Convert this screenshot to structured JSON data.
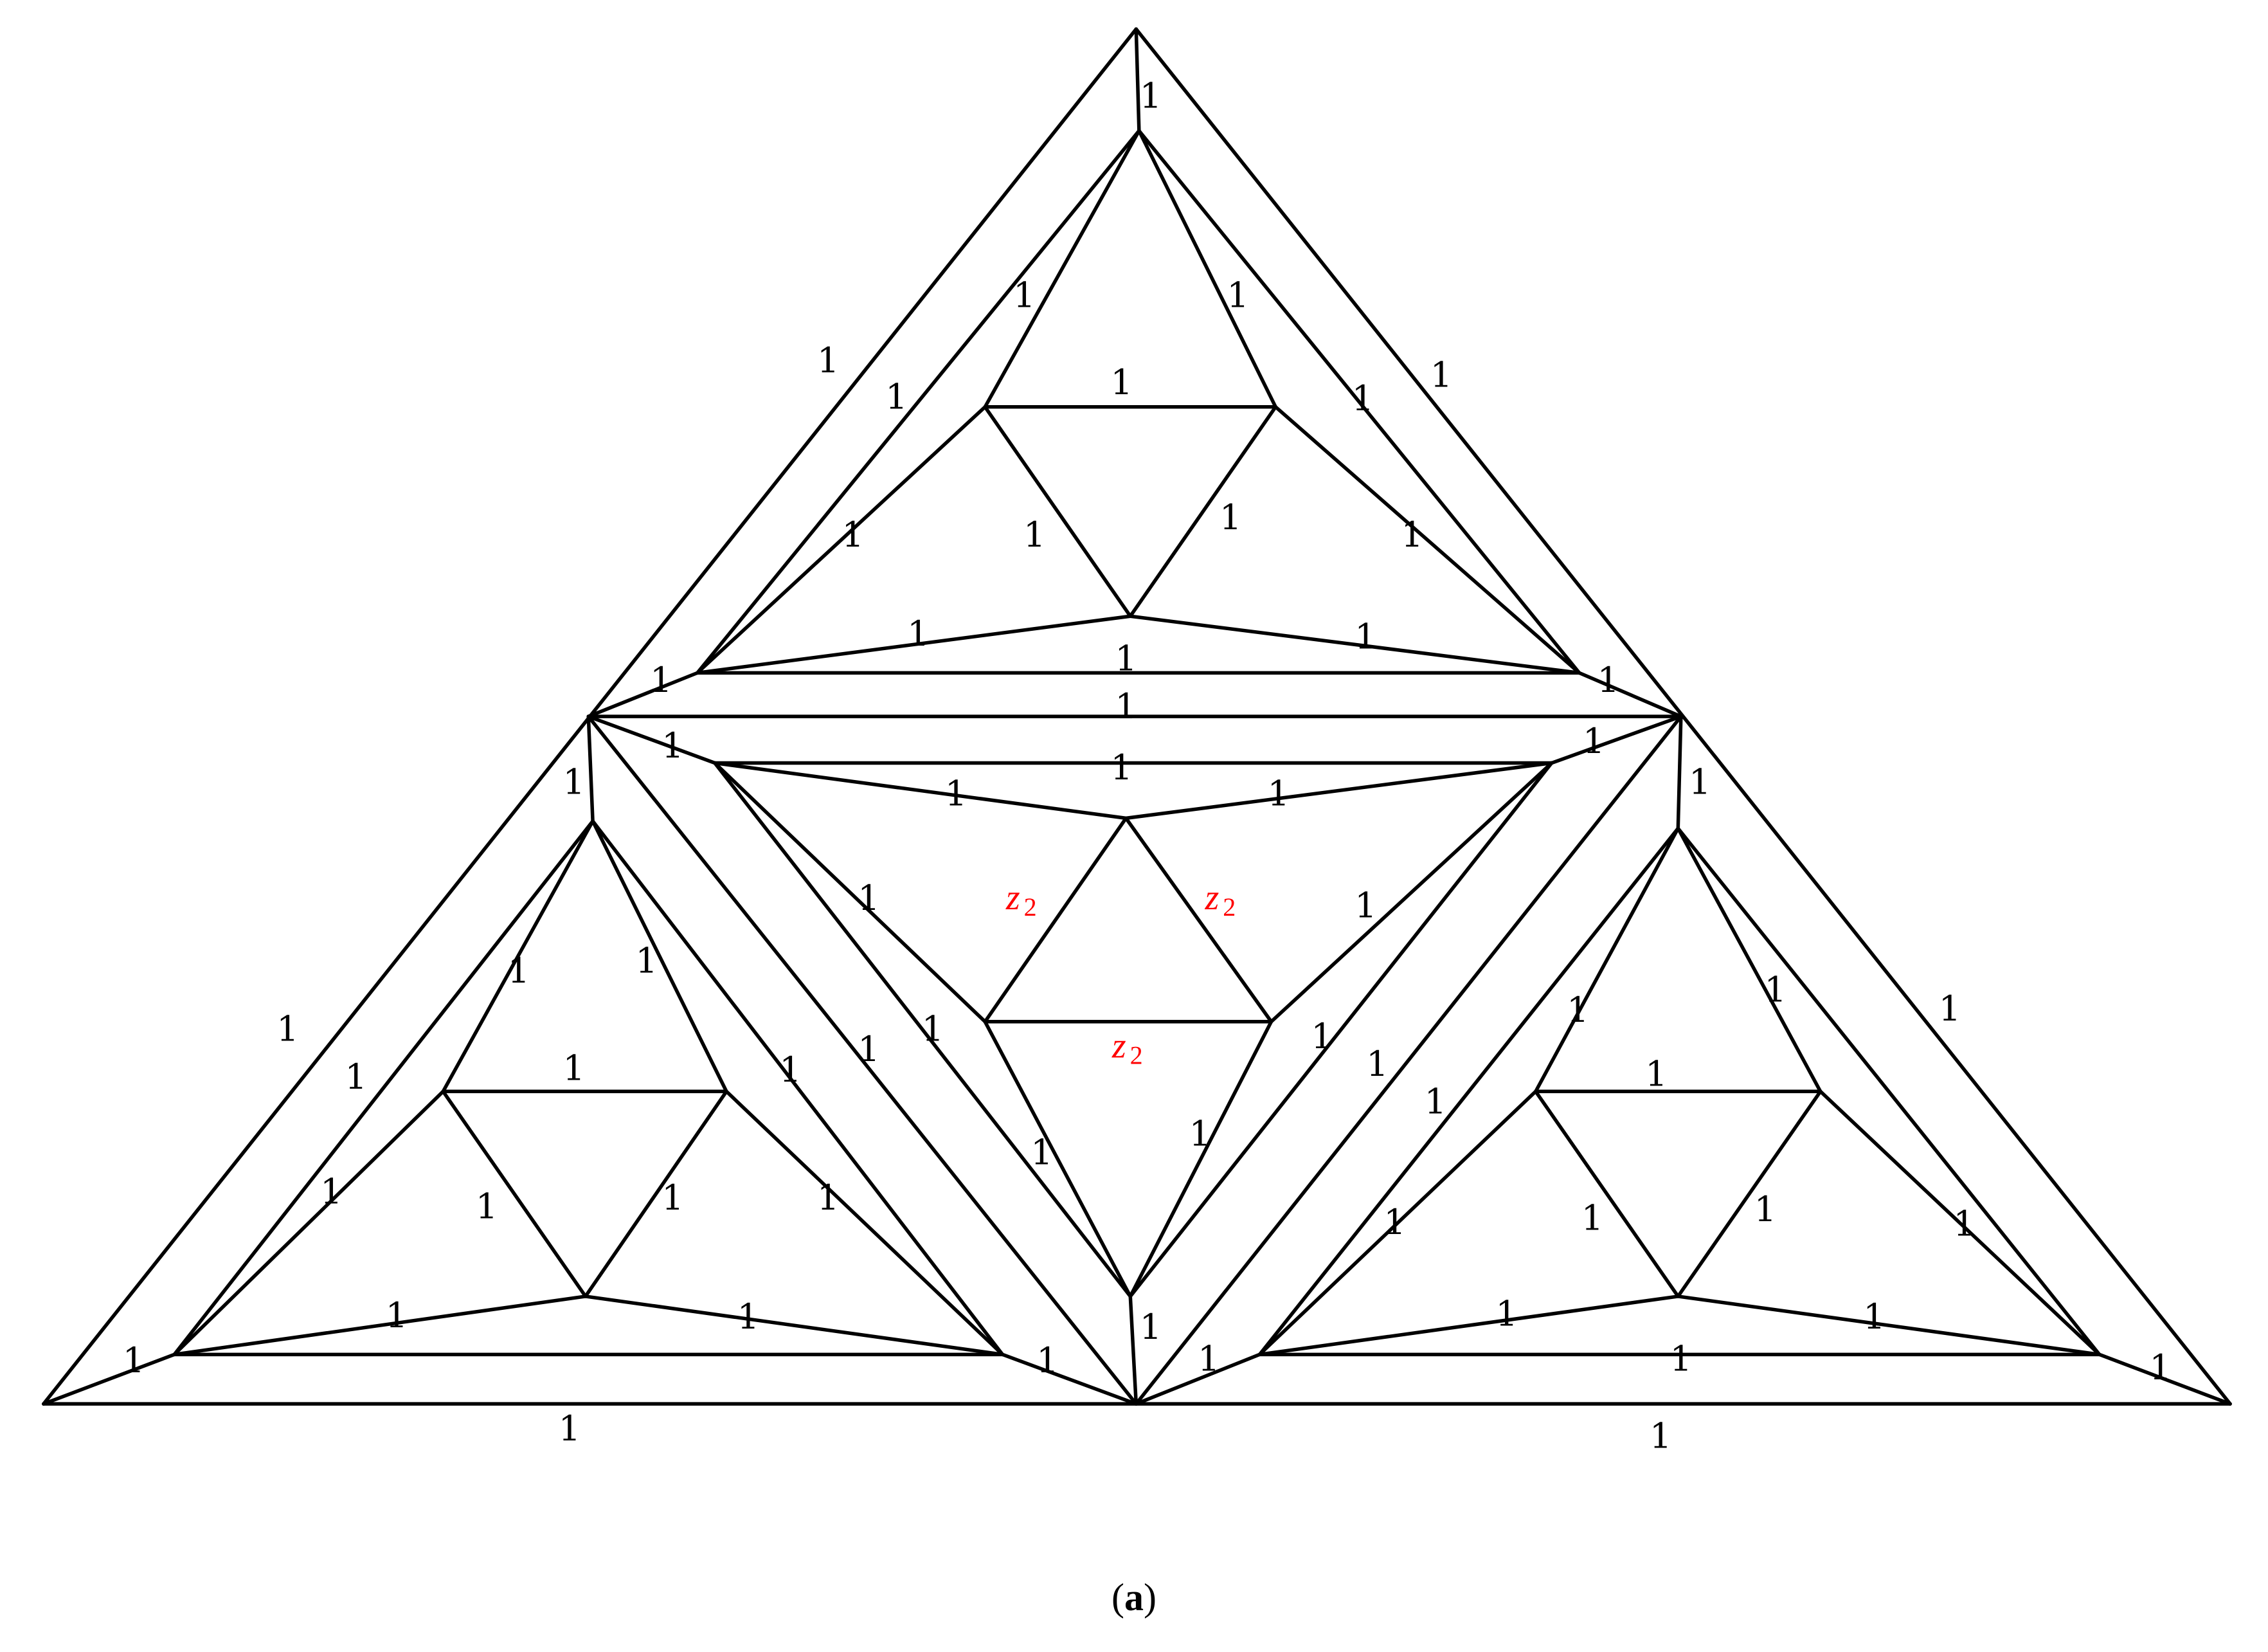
{
  "edge_label": "1",
  "highlight": {
    "variable": "z",
    "subscript": "2",
    "color": "#ff0000"
  },
  "caption": {
    "open": "(",
    "letter": "a",
    "close": ")"
  }
}
